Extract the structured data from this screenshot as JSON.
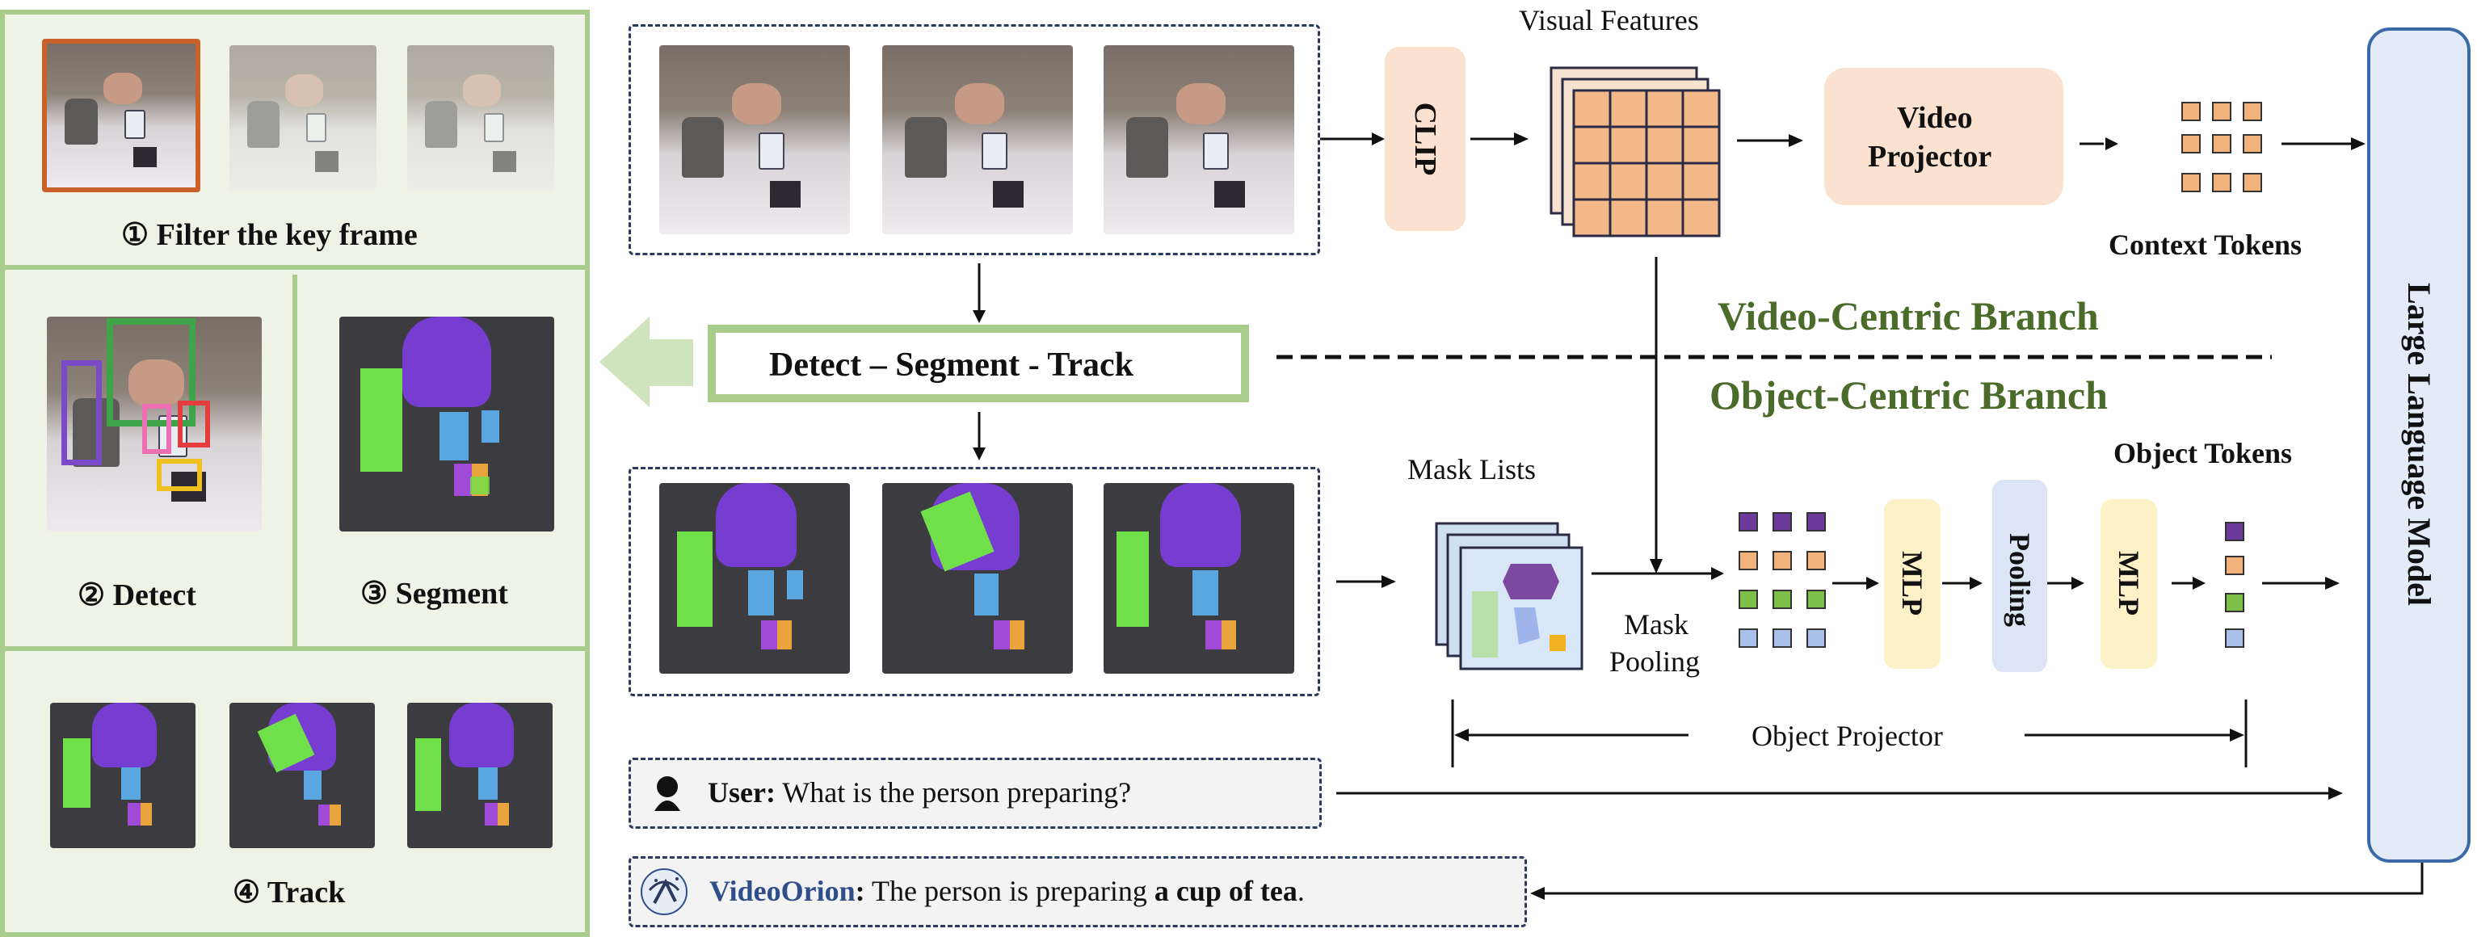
{
  "left_panel": {
    "step1": "① Filter the key frame",
    "step2": "② Detect",
    "step3": "③ Segment",
    "step4": "④ Track"
  },
  "pipeline": {
    "detect_segment_track": "Detect – Segment - Track"
  },
  "video_branch": {
    "clip_label": "CLIP",
    "visual_features": "Visual Features",
    "video_projector_line1": "Video",
    "video_projector_line2": "Projector",
    "context_tokens": "Context Tokens",
    "title": "Video-Centric Branch"
  },
  "object_branch": {
    "title": "Object-Centric Branch",
    "mask_lists": "Mask Lists",
    "mask_pooling_line1": "Mask",
    "mask_pooling_line2": "Pooling",
    "mlp1": "MLP",
    "pooling": "Pooling",
    "mlp2": "MLP",
    "object_tokens": "Object Tokens",
    "object_projector": "Object Projector"
  },
  "llm": {
    "label": "Large Language Model"
  },
  "dialog": {
    "user_name": "User:",
    "user_text": " What is the person preparing?",
    "model_name": "VideoOrion",
    "model_colon": ":",
    "model_text": " The person is preparing ",
    "model_bold": "a cup of tea",
    "model_end": "."
  },
  "colors": {
    "panel_green": "#a8cc8c",
    "branch_green": "#4a6b2a",
    "llm_blue": "#e3ebf8",
    "orion_blue": "#2f4f8a"
  }
}
